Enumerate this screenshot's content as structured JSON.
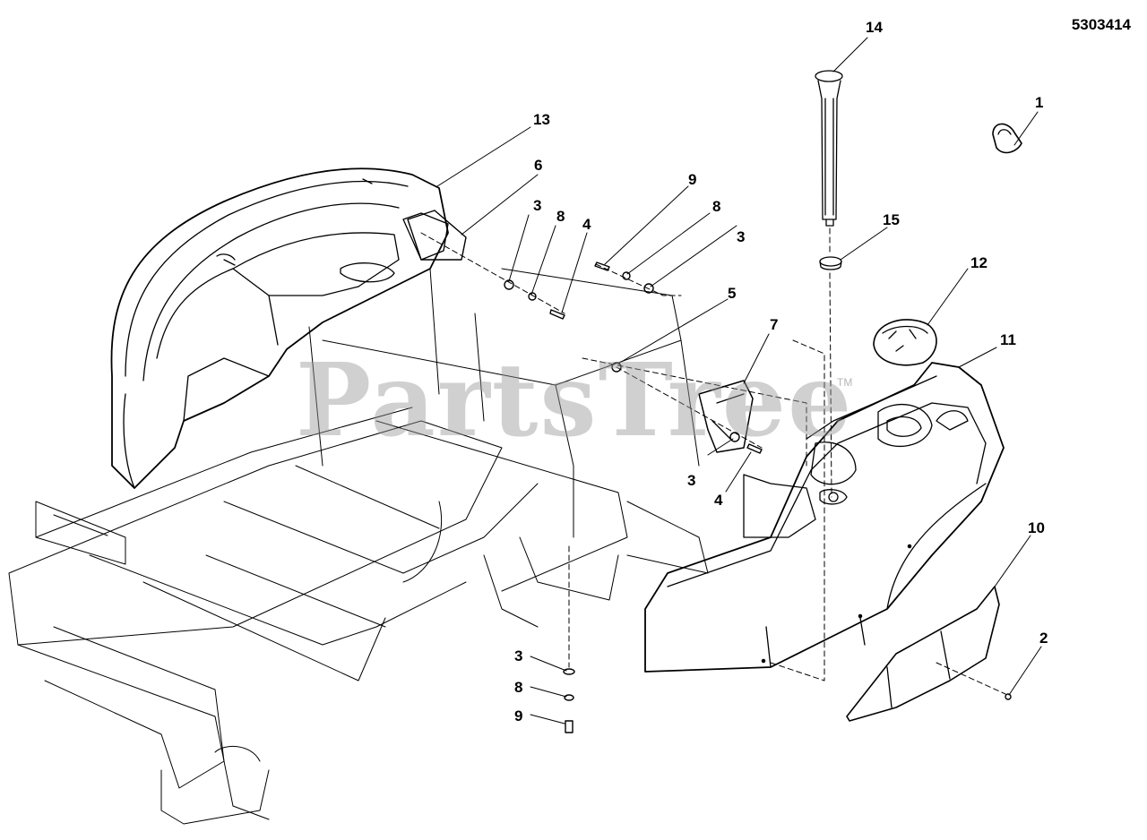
{
  "drawing_number": "5303414",
  "watermark": {
    "text": "PartsTree",
    "trademark": "TM"
  },
  "callouts": {
    "c1": "1",
    "c2": "2",
    "c3a": "3",
    "c3b": "3",
    "c3c": "3",
    "c3d": "3",
    "c4a": "4",
    "c4b": "4",
    "c5": "5",
    "c6": "6",
    "c7": "7",
    "c8a": "8",
    "c8b": "8",
    "c8c": "8",
    "c9a": "9",
    "c9b": "9",
    "c10": "10",
    "c11": "11",
    "c12": "12",
    "c13": "13",
    "c14": "14",
    "c15": "15"
  },
  "colors": {
    "line": "#000000",
    "watermark": "#969696",
    "background": "#ffffff"
  }
}
